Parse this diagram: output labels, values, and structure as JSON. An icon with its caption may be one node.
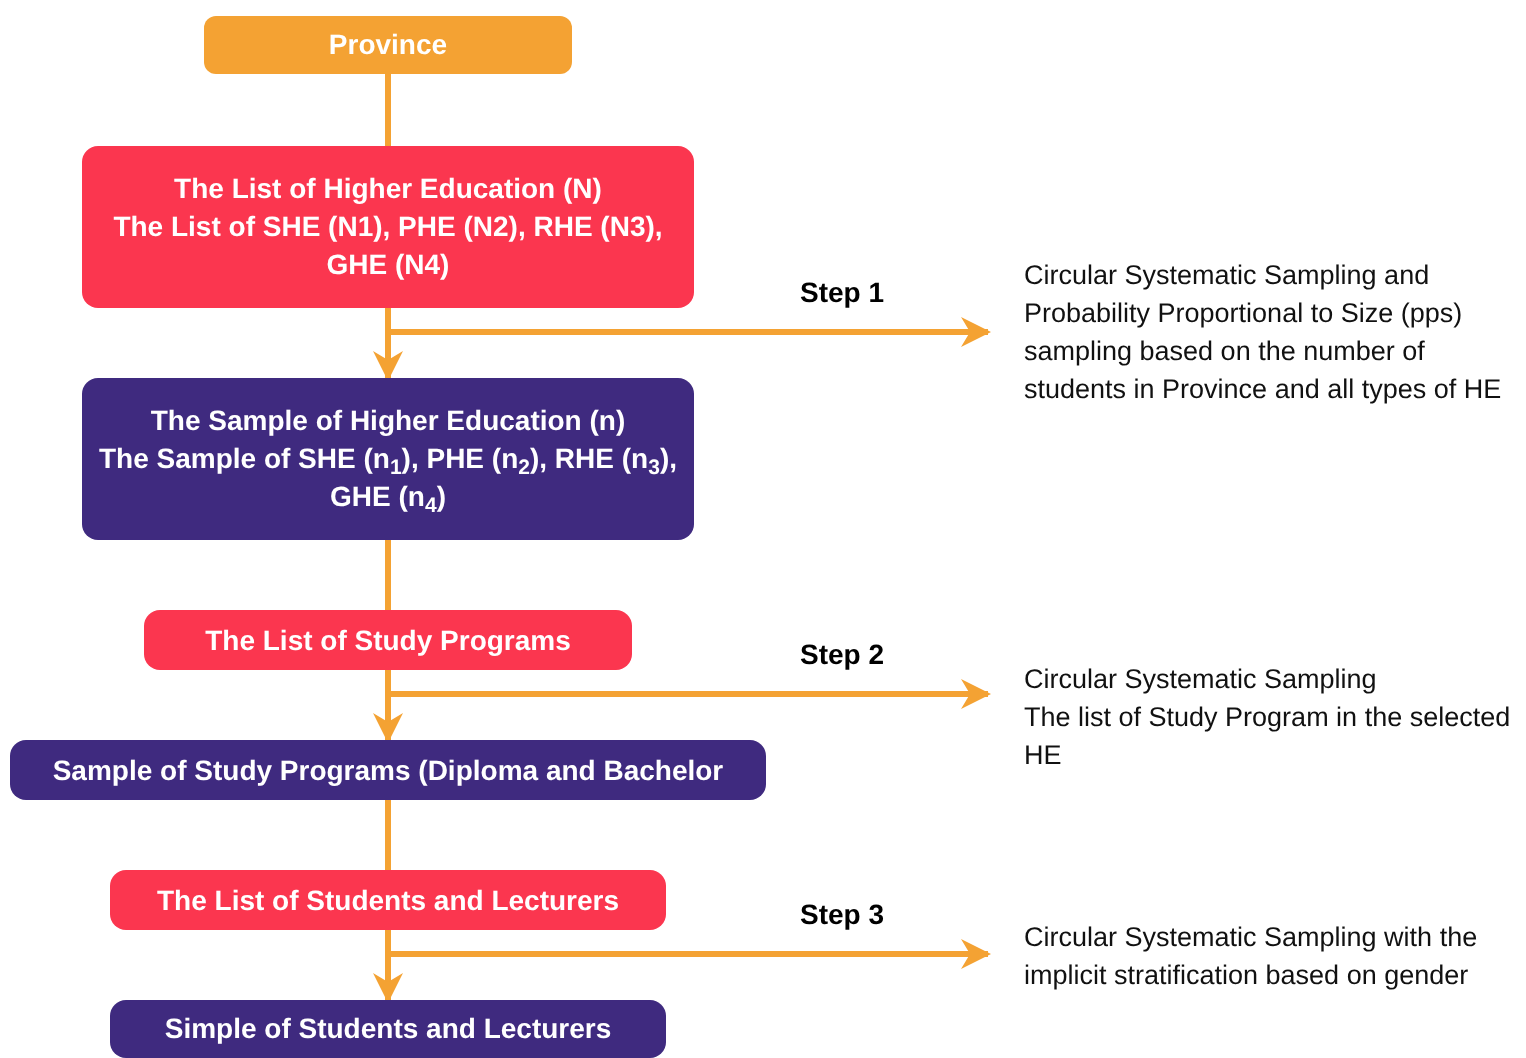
{
  "diagram": {
    "nodes": [
      {
        "text": [
          "Province"
        ]
      },
      {
        "text": [
          "The List of Higher Education (N)",
          "The List of SHE (N1), PHE (N2), RHE (N3), GHE (N4)"
        ]
      },
      {
        "text": [
          "The Sample of Higher Education (n)",
          "The Sample of SHE (n$_{1}$), PHE (n$_{2}$), RHE (n$_{3}$), GHE  (n$_{4}$)"
        ]
      },
      {
        "text": [
          "The List of Study Programs"
        ]
      },
      {
        "text": [
          "Sample of Study Programs (Diploma and Bachelor"
        ]
      },
      {
        "text": [
          "The List of Students and Lecturers"
        ]
      },
      {
        "text": [
          "Simple of Students and Lecturers"
        ]
      },
      {
        "text": [
          "Circular Systematic Sampling and Probability Proportional to Size (pps) sampling based on the number of students in Province and all types of HE"
        ]
      },
      {
        "text": [
          "Circular Systematic Sampling",
          "The list of Study Program in the selected HE"
        ]
      },
      {
        "text": [
          "Circular Systematic Sampling with the implicit stratification based on gender"
        ]
      }
    ],
    "edges": [
      {
        "from": 0,
        "to": 1,
        "arrow": "none"
      },
      {
        "from": 1,
        "to": 2,
        "arrow": "to"
      },
      {
        "from": 1,
        "to": 7,
        "arrow": "to",
        "label": "Step 1"
      },
      {
        "from": 2,
        "to": 3,
        "arrow": "none"
      },
      {
        "from": 3,
        "to": 4,
        "arrow": "to"
      },
      {
        "from": 3,
        "to": 8,
        "arrow": "to",
        "label": "Step 2"
      },
      {
        "from": 4,
        "to": 5,
        "arrow": "none"
      },
      {
        "from": 5,
        "to": 6,
        "arrow": "to"
      },
      {
        "from": 5,
        "to": 9,
        "arrow": "to",
        "label": "Step 3"
      }
    ]
  }
}
